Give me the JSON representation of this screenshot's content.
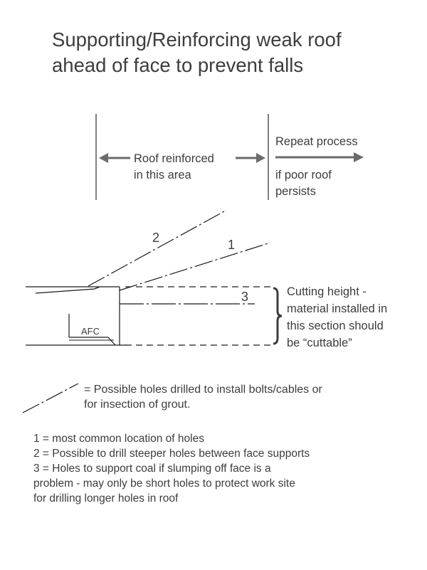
{
  "title": {
    "line1": "Supporting/Reinforcing weak roof",
    "line2": "ahead of face to prevent falls"
  },
  "arrows": {
    "reinforced_line1": "Roof reinforced",
    "reinforced_line2": "in this area",
    "repeat_line1": "Repeat process",
    "repeat_line2": "if poor roof",
    "repeat_line3": "persists"
  },
  "labels": {
    "hole_2": "2",
    "hole_1": "1",
    "hole_3": "3",
    "afc": "AFC"
  },
  "cutting_height": {
    "line1": "Cutting height -",
    "line2": "material installed in",
    "line3": "this section should",
    "line4": "be “cuttable”"
  },
  "legend": {
    "line1": "= Possible holes drilled to install bolts/cables or",
    "line2": "for insection of grout."
  },
  "key": [
    "1 = most common location of holes",
    "2 = Possible to drill steeper holes between face supports",
    "3 = Holes to support coal if slumping off face is a",
    "problem - may only be short holes to protect work site",
    "for drilling longer holes in roof"
  ],
  "colors": {
    "text": "#3d3d3d",
    "lines": "#1a1a1a",
    "arrow": "#6b6b6b"
  }
}
